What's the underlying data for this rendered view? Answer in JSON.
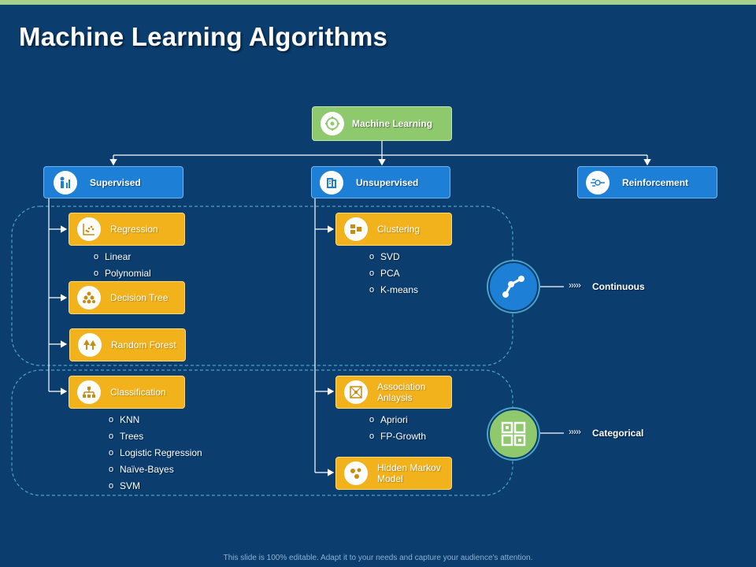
{
  "title": "Machine Learning Algorithms",
  "root": {
    "label": "Machine Learning",
    "icon": "brain-gear-icon"
  },
  "categories": [
    {
      "label": "Supervised",
      "icon": "person-chart-icon"
    },
    {
      "label": "Unsupervised",
      "icon": "brain-document-icon"
    },
    {
      "label": "Reinforcement",
      "icon": "circuit-target-icon"
    }
  ],
  "supervised": {
    "regression": {
      "label": "Regression",
      "icon": "scatter-plot-icon",
      "items": [
        "Linear",
        "Polynomial"
      ]
    },
    "decision_tree": {
      "label": "Decision Tree",
      "icon": "hierarchy-dots-icon"
    },
    "random_forest": {
      "label": "Random Forest",
      "icon": "trees-icon"
    },
    "classification": {
      "label": "Classification",
      "icon": "org-chart-icon",
      "items": [
        "KNN",
        "Trees",
        "Logistic Regression",
        "Naïve-Bayes",
        "SVM"
      ]
    }
  },
  "unsupervised": {
    "clustering": {
      "label": "Clustering",
      "icon": "cluster-blocks-icon",
      "items": [
        "SVD",
        "PCA",
        "K-means"
      ]
    },
    "association": {
      "label": "Association Anlaysis",
      "icon": "network-grid-icon",
      "items": [
        "Apriori",
        "FP-Growth"
      ]
    },
    "hmm": {
      "label": "Hidden Markov Model",
      "icon": "node-graph-icon"
    }
  },
  "side": {
    "continuous": {
      "label": "Continuous",
      "icon": "connected-nodes-icon",
      "color": "#1e7fd6"
    },
    "categorical": {
      "label": "Categorical",
      "icon": "qr-squares-icon",
      "color": "#8fc96d"
    }
  },
  "bullet_char": "o",
  "arrows_glyph": "›››››",
  "footer": "This slide is 100% editable. Adapt it to your needs and capture your audience's attention."
}
